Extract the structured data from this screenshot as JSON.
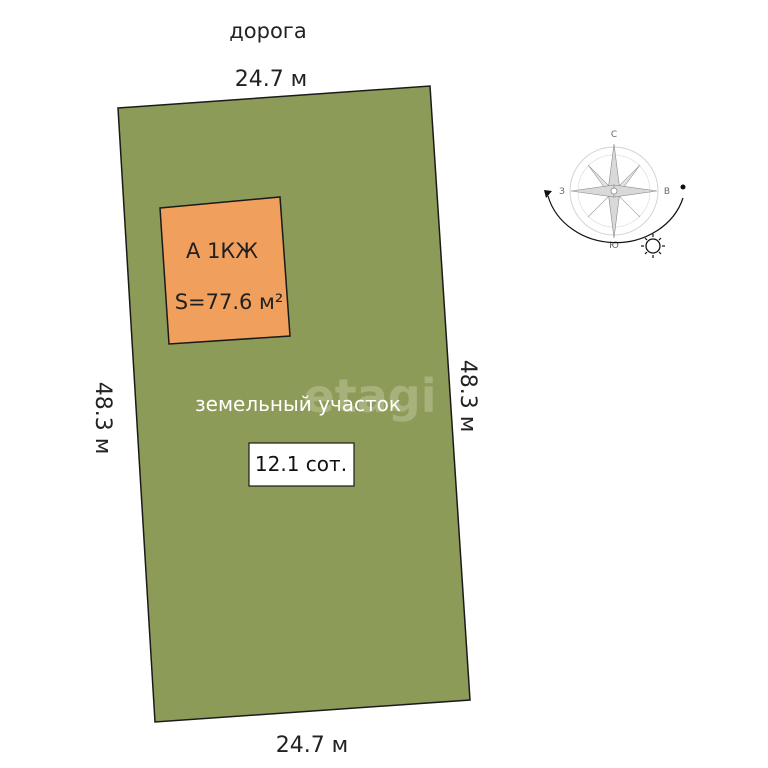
{
  "road_label": "дорога",
  "dimensions": {
    "top": "24.7 м",
    "bottom": "24.7 м",
    "left": "48.3 м",
    "right": "48.3 м"
  },
  "building": {
    "name": "А 1КЖ",
    "area": "S=77.6 м²"
  },
  "plot": {
    "label": "земельный участок",
    "area": "12.1 сот."
  },
  "compass": {
    "north": "С",
    "south": "Ю",
    "west": "З",
    "east": "В"
  },
  "watermark": "etagi",
  "colors": {
    "plot_fill": "#8d9b58",
    "building_fill": "#f0a05c",
    "outline": "#1a1a1a"
  }
}
